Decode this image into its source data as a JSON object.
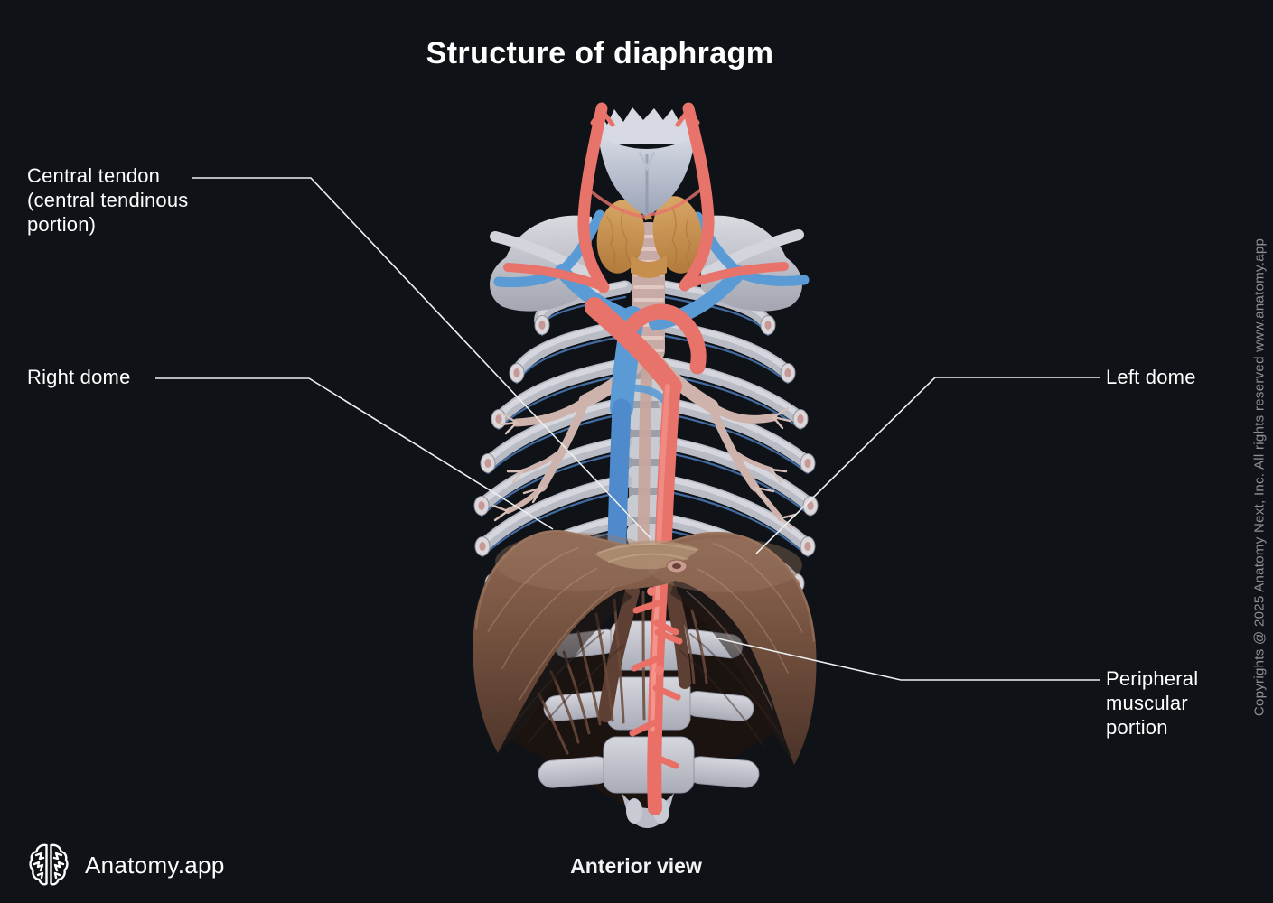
{
  "title": "Structure of diaphragm",
  "view_label": "Anterior view",
  "brand": {
    "name": "Anatomy.app"
  },
  "copyright": "Copyrights @ 2025 Anatomy Next, Inc. All rights reserved www.anatomy.app",
  "labels": {
    "central_tendon": "Central tendon\n(central tendinous\nportion)",
    "right_dome": "Right dome",
    "left_dome": "Left dome",
    "peripheral_muscular": "Peripheral\nmuscular\nportion"
  },
  "colors": {
    "background": "#0f1217",
    "label_text": "#ffffff",
    "leader_line": "#edeff1",
    "copyright_text": "#8d9197",
    "muscle_brown": "#7a5645",
    "central_tendon_tan": "#b39478",
    "artery_red": "#e8736b",
    "vein_blue": "#5b9bd5",
    "bone_gray": "#c6c8d0",
    "thyroid_tan": "#cf9a5e"
  }
}
